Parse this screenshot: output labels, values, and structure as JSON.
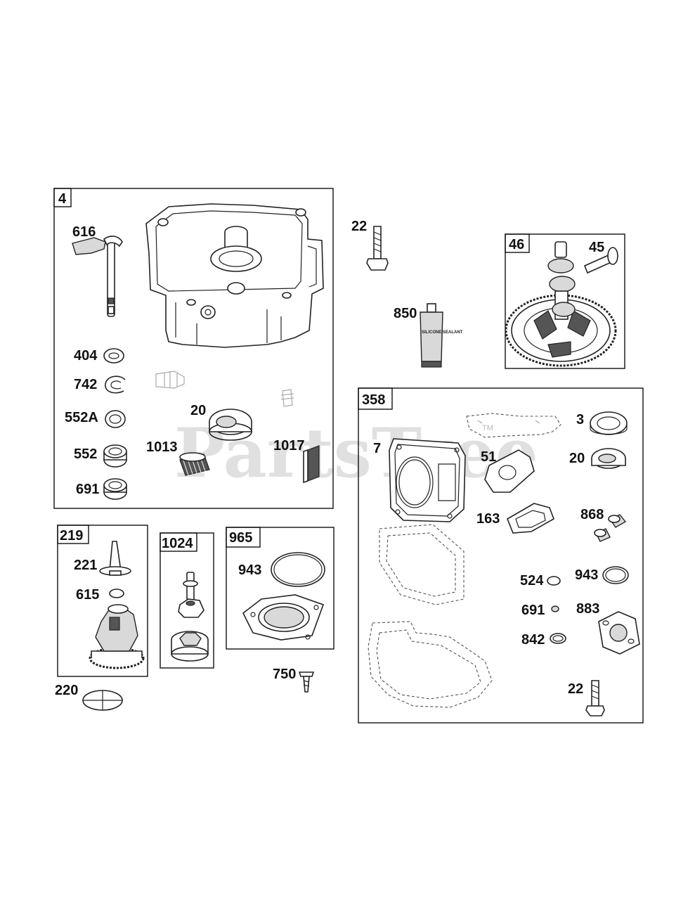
{
  "watermark": "PartsTree",
  "watermark_tm": "TM",
  "sealant_tube_text": "SILICONE SEALANT",
  "labels": {
    "kit_4": "4",
    "p616": "616",
    "p404": "404",
    "p742": "742",
    "p552A": "552A",
    "p552": "552",
    "p691a": "691",
    "p20a": "20",
    "p1013": "1013",
    "p1017": "1017",
    "p22a": "22",
    "p850": "850",
    "kit_46": "46",
    "p45": "45",
    "kit_358": "358",
    "p3": "3",
    "p7": "7",
    "p51": "51",
    "p20b": "20",
    "p163": "163",
    "p868": "868",
    "p524": "524",
    "p943b": "943",
    "p691b": "691",
    "p883": "883",
    "p842": "842",
    "p22b": "22",
    "kit_219": "219",
    "p221": "221",
    "p615": "615",
    "p220": "220",
    "kit_1024": "1024",
    "kit_965": "965",
    "p943a": "943",
    "p750": "750"
  }
}
